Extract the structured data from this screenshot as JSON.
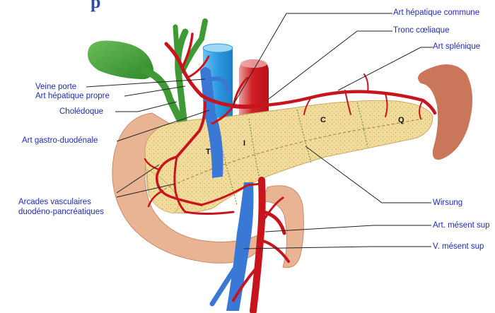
{
  "title_fragment": "p",
  "labels": {
    "art_hepatique_commune": "Art hépatique commune",
    "tronc_coeliaque": "Tronc cœliaque",
    "art_splenique": "Art splénique",
    "veine_porte": "Veine porte",
    "art_hepatique_propre": "Art hépatique propre",
    "choledoque": "Cholédoque",
    "art_gastro_duodenale": "Art gastro-duodénale",
    "arcades_line1": "Arcades vasculaires",
    "arcades_line2": "duodéno-pancréatiques",
    "wirsung": "Wirsung",
    "art_mesent_sup": "Art. mésent sup",
    "v_mesent_sup": "V. mésent sup"
  },
  "segments": {
    "t": "T",
    "i": "I",
    "c": "C",
    "q": "Q"
  },
  "colors": {
    "label_text": "#1f2bb5",
    "pancreas": "#f2dc9c",
    "duodenum": "#e8b494",
    "artery": "#c8141c",
    "vein": "#3a78d6",
    "gallbladder": "#3f9a36",
    "spleen": "#c9765a"
  }
}
